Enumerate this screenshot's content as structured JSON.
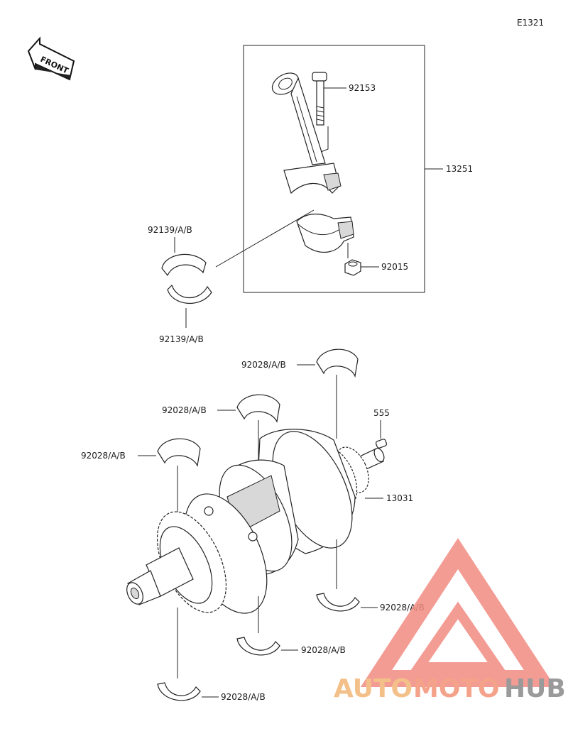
{
  "diagram_code": "E1321",
  "front_label": "FRONT",
  "parts": {
    "bolt": "92153",
    "conrod_assembly": "13251",
    "conrod_bearing_upper": "92139/A/B",
    "conrod_bearing_lower": "92139/A/B",
    "nut": "92015",
    "pin": "555",
    "crankshaft": "13031",
    "main_bearings": [
      "92028/A/B",
      "92028/A/B",
      "92028/A/B",
      "92028/A/B",
      "92028/A/B",
      "92028/A/B"
    ]
  },
  "watermark": {
    "text_auto": "AUTO",
    "text_moto": "MOTO",
    "text_hub": "HUB",
    "color_auto": "#f4c08a",
    "color_moto": "#f4a28a",
    "color_hub": "#9a9a9a",
    "color_logo": "#f28b82"
  }
}
